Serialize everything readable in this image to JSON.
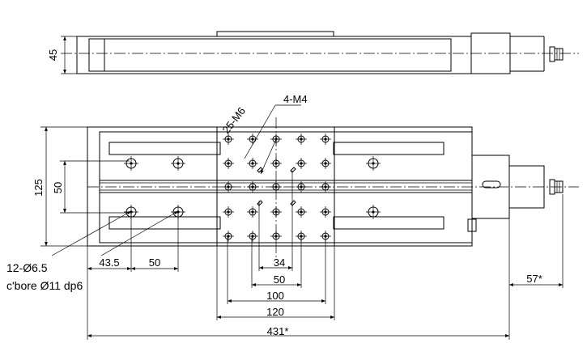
{
  "dimensions": {
    "side_height": "45",
    "plan_height": "125",
    "rail_spacing": "50",
    "thread_pattern": "25-M6",
    "small_thread": "4-M4",
    "bolt_pitch_x": "43.5",
    "bolt_pitch_y": "50",
    "hole_34": "34",
    "hole_50": "50",
    "carriage_100": "100",
    "carriage_120": "120",
    "overall_length": "431*",
    "motor_offset": "57*"
  },
  "callouts": {
    "mount_holes": "12-Ø6.5",
    "counterbore": "c'bore Ø11 dp6"
  }
}
